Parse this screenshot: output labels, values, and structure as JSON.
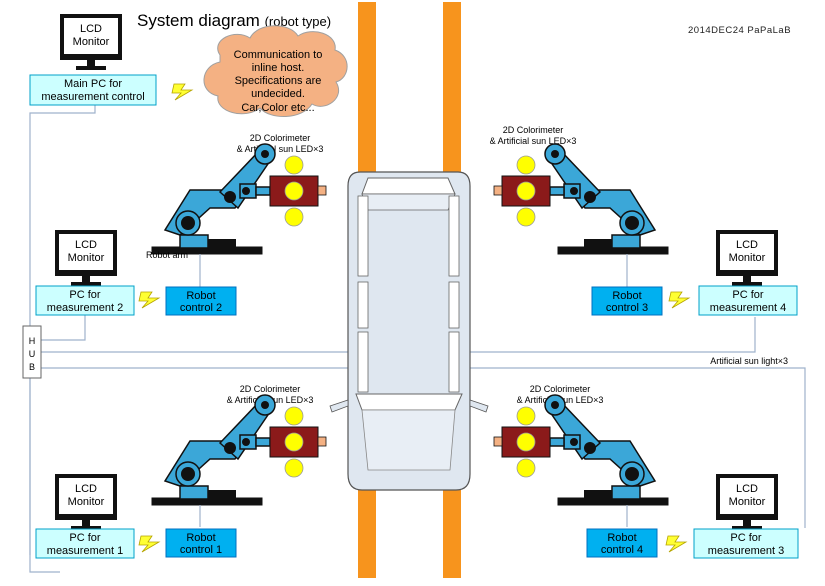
{
  "title": "System diagram",
  "title_suffix": "(robot type)",
  "stamp": "2014DEC24 PaPaLaB",
  "monitor_line1": "LCD",
  "monitor_line2": "Monitor",
  "main_pc": [
    "Main PC for",
    "measurement control"
  ],
  "cloud": [
    "Communication to",
    "inline host.",
    "Specifications are",
    "undecided.",
    "Car,Color etc..."
  ],
  "pc1": [
    "PC for",
    "measurement 1"
  ],
  "pc2": [
    "PC for",
    "measurement 2"
  ],
  "pc3": [
    "PC for",
    "measurement 3"
  ],
  "pc4": [
    "PC for",
    "measurement 4"
  ],
  "robot1": [
    "Robot",
    "control 1"
  ],
  "robot2": [
    "Robot",
    "control 2"
  ],
  "robot3": [
    "Robot",
    "control 3"
  ],
  "robot4": [
    "Robot",
    "control 4"
  ],
  "colorimeter_line1": "2D Colorimeter",
  "colorimeter_line2": "& Artificial sun LED×3",
  "robot_arm": "Robot arm",
  "hub": "HUB",
  "artificial_sun": "Artificial sun light×3",
  "colors": {
    "rail": "#f7941d",
    "box_fill": "#ccffff",
    "box_stroke": "#00a0c8",
    "robot_fill": "#00b0f0",
    "arm": "#3ba7d8",
    "camera": "#8b1a1a",
    "lamp": "#ffff00",
    "bolt": "#ffff33",
    "cloud": "#f4b183",
    "car": "#dfe7f0"
  }
}
